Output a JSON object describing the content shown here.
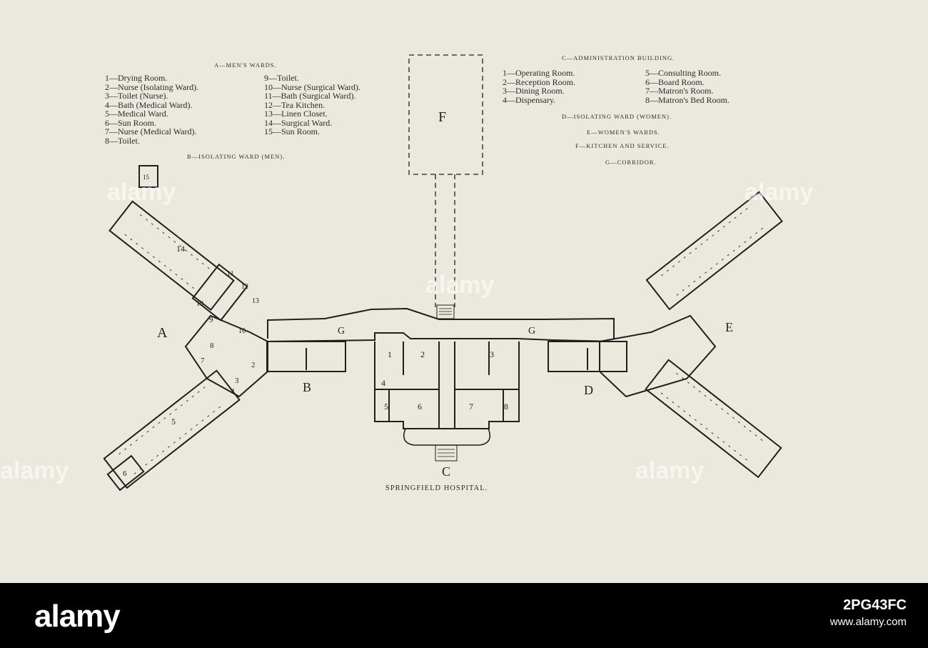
{
  "legend_a": {
    "title": "A—MEN'S WARDS.",
    "col1": [
      "1—Drying Room.",
      "2—Nurse (Isolating Ward).",
      "3—Toilet (Nurse).",
      "4—Bath (Medical Ward).",
      "5—Medical Ward.",
      "6—Sun Room.",
      "7—Nurse (Medical Ward).",
      "8—Toilet."
    ],
    "col2": [
      "9—Toilet.",
      "10—Nurse (Surgical Ward).",
      "11—Bath (Surgical Ward).",
      "12—Tea Kitchen.",
      "13—Linen Closet.",
      "14—Surgical Ward.",
      "15—Sun Room."
    ],
    "b": "B—ISOLATING WARD (MEN)."
  },
  "legend_c": {
    "title": "C—ADMINISTRATION BUILDING.",
    "col1": [
      "1—Operating Room.",
      "2—Reception Room.",
      "3—Dining Room.",
      "4—Dispensary."
    ],
    "col2": [
      "5—Consulting Room.",
      "6—Board Room.",
      "7—Matron's Room.",
      "8—Matron's Bed Room."
    ],
    "d": "D—ISOLATING WARD (WOMEN).",
    "e": "E—WOMEN'S WARDS.",
    "f": "F—KITCHEN AND SERVICE.",
    "g": "G—CORRIDOR."
  },
  "plan_labels": {
    "A": "A",
    "B": "B",
    "C": "C",
    "D": "D",
    "E": "E",
    "F": "F",
    "G1": "G",
    "G2": "G",
    "r1": "1",
    "r2": "2",
    "r3": "3",
    "r4": "4",
    "r5": "5",
    "r6": "6",
    "r7": "7",
    "r8": "8",
    "a2": "2",
    "a3": "3",
    "a4": "4",
    "a5": "5",
    "a6": "6",
    "a7": "7",
    "a8": "8",
    "a9": "9",
    "a10": "10",
    "a11": "11",
    "a12": "12",
    "a13": "13",
    "a14": "14",
    "a15": "15",
    "a16": "16"
  },
  "caption": "SPRINGFIELD HOSPITAL.",
  "watermark": "alamy",
  "footer": {
    "logo": "alamy",
    "image_id": "2PG43FC",
    "site": "www.alamy.com"
  }
}
